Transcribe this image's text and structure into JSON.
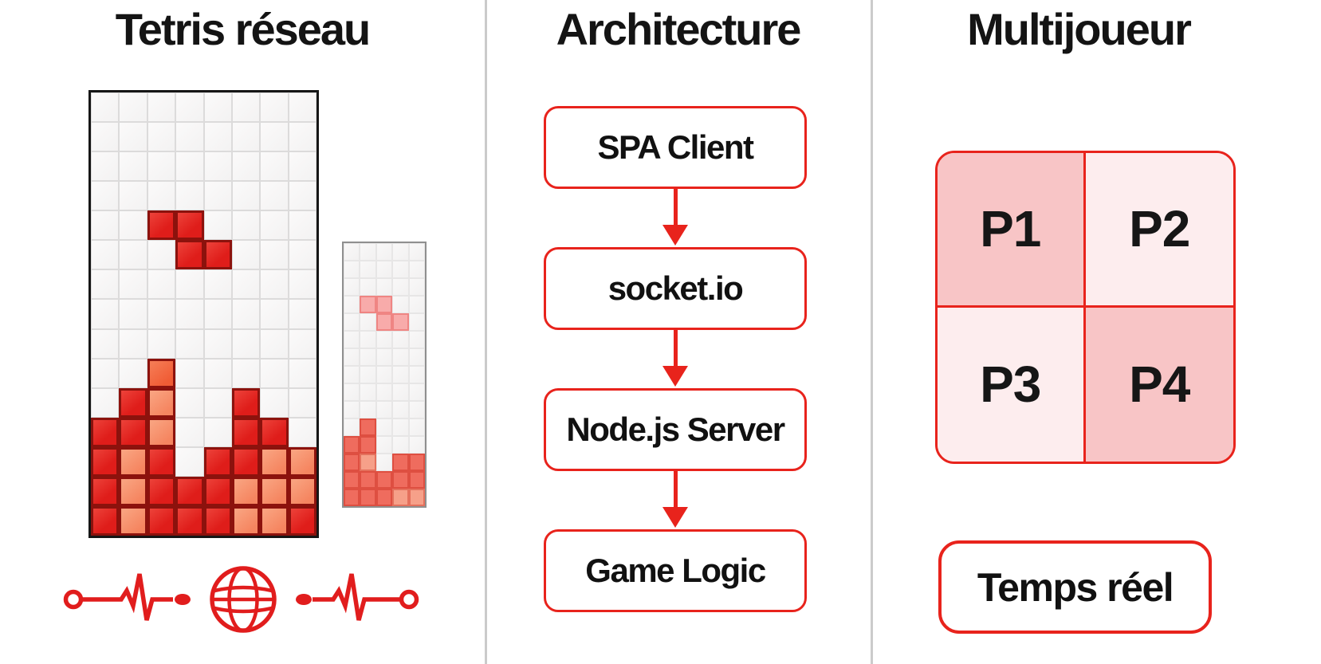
{
  "tetris": {
    "title": "Tetris réseau",
    "main_board": {
      "cols": 8,
      "rows": 15,
      "legend": {
        "R": "red block",
        "O": "orange block",
        "o": "light orange block",
        ".": "empty"
      },
      "cells": [
        "........",
        "........",
        "........",
        "........",
        "..RR....",
        "...RR...",
        "........",
        "........",
        "........",
        "..O.....",
        ".Ro..R..",
        "RRo..RR.",
        "RoR.RRoo",
        "RoRRRooo",
        "RoRRRooR"
      ]
    },
    "mini_board": {
      "cols": 5,
      "rows": 15,
      "legend": {
        "p": "pink piece block",
        "S": "salmon block",
        "s": "light salmon block",
        ".": "empty"
      },
      "cells": [
        ".....",
        ".....",
        ".....",
        ".pp..",
        "..pp.",
        ".....",
        ".....",
        ".....",
        ".....",
        ".....",
        ".S...",
        "SS...",
        "Ss.SS",
        "SSSSS",
        "SSSss"
      ]
    },
    "network_icon": "globe-pulse-icon"
  },
  "architecture": {
    "title": "Architecture",
    "nodes": [
      {
        "label": "SPA Client"
      },
      {
        "label": "socket.io"
      },
      {
        "label": "Node.js Server"
      },
      {
        "label": "Game Logic"
      }
    ]
  },
  "multiplayer": {
    "title": "Multijoueur",
    "players": [
      {
        "label": "P1",
        "shade": "dark"
      },
      {
        "label": "P2",
        "shade": "light"
      },
      {
        "label": "P3",
        "shade": "light"
      },
      {
        "label": "P4",
        "shade": "dark"
      }
    ],
    "badge": "Temps réel"
  },
  "colors": {
    "accent_red": "#e8231c",
    "block_red": "#df1d1a",
    "block_orange": "#f05c35",
    "block_orange_light": "#f58560",
    "mini_pink": "#f8abaa",
    "mini_salmon": "#ef6c5e",
    "mini_salmon_light": "#f6a089",
    "player_cell_dark": "#f8c5c6",
    "player_cell_light": "#fdedee",
    "separator_grey": "#cbcbcb",
    "board_border_black": "#161616",
    "mini_board_border_grey": "#8f8f8f"
  }
}
